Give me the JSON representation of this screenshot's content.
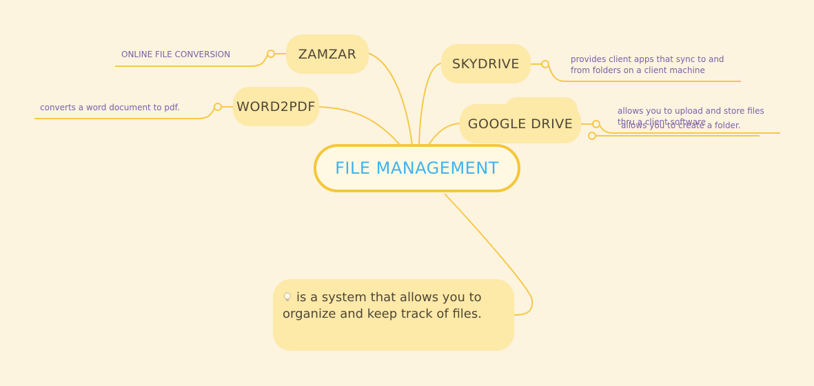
{
  "central": {
    "label": "FILE MANAGEMENT"
  },
  "branches": {
    "zamzar": {
      "label": "ZAMZAR",
      "leaf": "ONLINE FILE CONVERSION"
    },
    "word2pdf": {
      "label": "WORD2PDF",
      "leaf": "converts a word document to pdf."
    },
    "skydrive": {
      "label": "SKYDRIVE",
      "leaf_line1": "provides client apps that sync to and",
      "leaf_line2": "from folders on a client machine"
    },
    "google_drive": {
      "label": "GOOGLE DRIVE",
      "leaf1_line1": "allows you to upload and store files",
      "leaf1_line2": "thru a client software",
      "leaf2": "allows you to create a folder."
    }
  },
  "note": {
    "icon": "lightbulb-icon",
    "text": "is a system that allows you to organize and keep track of files."
  },
  "colors": {
    "background": "#fcf4df",
    "topic_fill": "#fde9a8",
    "connector": "#f6c848",
    "central_border": "#f5c738",
    "central_text": "#3fb2ec",
    "leaf_text": "#7c5fa6",
    "topic_text": "#4e4637"
  }
}
